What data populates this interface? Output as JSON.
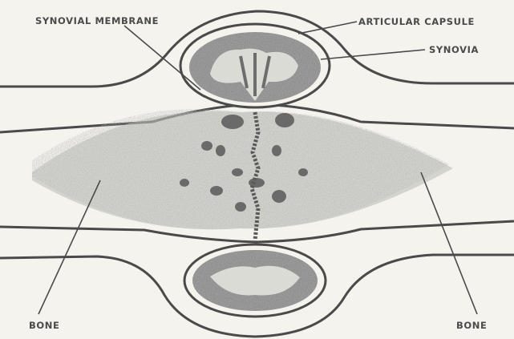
{
  "diagram": {
    "labels": {
      "synovial_membrane": "SYNOVIAL MEMBRANE",
      "articular_capsule": "ARTICULAR CAPSULE",
      "synovia": "SYNOVIA",
      "bone_left": "BONE",
      "bone_right": "BONE"
    },
    "colors": {
      "background": "#f4f3ee",
      "ink": "#4a4a4a",
      "shading": "#8a8a8a",
      "cavity": "#9a9a9a"
    }
  }
}
